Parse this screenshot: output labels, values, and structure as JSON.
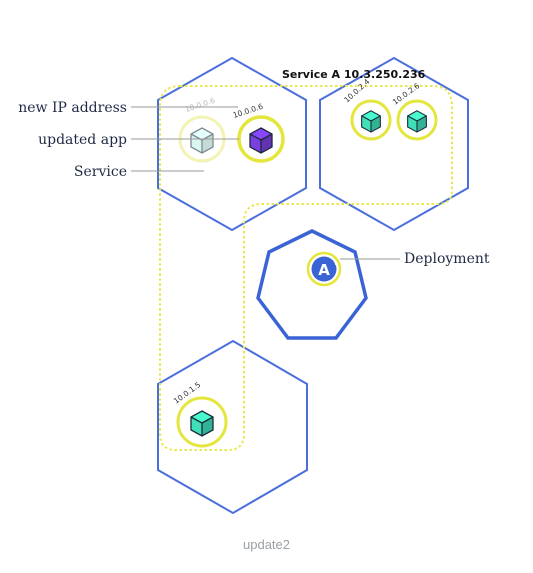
{
  "colors": {
    "node_outline": "#4a6fdc",
    "deployment_outline": "#3a63d6",
    "service_boundary": "#e8e84a",
    "pod_ring": "#e4e63c",
    "pod_ring_faded": "#f2f3b4",
    "pod_cube": "#3fe0b8",
    "pod_cube_faded": "#b9f1e3",
    "updated_cube": "#7a3fe0",
    "leader_line": "#9a9a9a",
    "caption": "#9aa0a6"
  },
  "callouts": {
    "new_ip": "new IP address",
    "updated_app": "updated app",
    "service": "Service",
    "deployment": "Deployment"
  },
  "service_label": "Service A 10.3.250.236",
  "pods": {
    "node1_old": {
      "ip": "10.0.0.6",
      "icon": "cube-icon",
      "state": "terminating"
    },
    "node1_new": {
      "ip": "10.0.0.6",
      "icon": "cube-icon",
      "state": "updated"
    },
    "node2_a": {
      "ip": "10.0.2.4",
      "icon": "cube-icon"
    },
    "node2_b": {
      "ip": "10.0.2.6",
      "icon": "cube-icon"
    },
    "node3": {
      "ip": "10.0.1.5",
      "icon": "cube-icon"
    }
  },
  "deployment_badge": "A",
  "caption": "update2"
}
